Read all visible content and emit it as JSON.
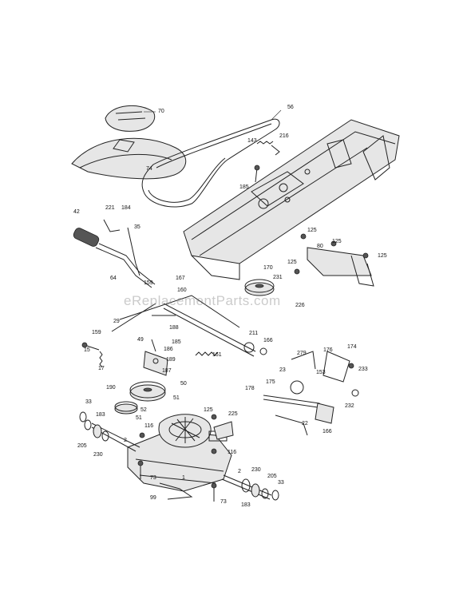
{
  "watermark": "eReplacementParts.com",
  "callouts": [
    {
      "id": "c70",
      "text": "70"
    },
    {
      "id": "c56",
      "text": "56"
    },
    {
      "id": "c143",
      "text": "143"
    },
    {
      "id": "c216",
      "text": "216"
    },
    {
      "id": "c74",
      "text": "74"
    },
    {
      "id": "c185a",
      "text": "185"
    },
    {
      "id": "c221",
      "text": "221"
    },
    {
      "id": "c184",
      "text": "184"
    },
    {
      "id": "c42",
      "text": "42"
    },
    {
      "id": "c35",
      "text": "35"
    },
    {
      "id": "c125a",
      "text": "125"
    },
    {
      "id": "c80",
      "text": "80"
    },
    {
      "id": "c125b",
      "text": "125"
    },
    {
      "id": "c125c",
      "text": "125"
    },
    {
      "id": "c125d",
      "text": "125"
    },
    {
      "id": "c64",
      "text": "64"
    },
    {
      "id": "c167",
      "text": "167"
    },
    {
      "id": "c159a",
      "text": "159"
    },
    {
      "id": "c160",
      "text": "160"
    },
    {
      "id": "c170",
      "text": "170"
    },
    {
      "id": "c231",
      "text": "231"
    },
    {
      "id": "c226",
      "text": "226"
    },
    {
      "id": "c29",
      "text": "29"
    },
    {
      "id": "c188",
      "text": "188"
    },
    {
      "id": "c159b",
      "text": "159"
    },
    {
      "id": "c15",
      "text": "15"
    },
    {
      "id": "c49",
      "text": "49"
    },
    {
      "id": "c185b",
      "text": "185"
    },
    {
      "id": "c186",
      "text": "186"
    },
    {
      "id": "c211",
      "text": "211"
    },
    {
      "id": "c166a",
      "text": "166"
    },
    {
      "id": "c17",
      "text": "17"
    },
    {
      "id": "c189",
      "text": "189"
    },
    {
      "id": "c161",
      "text": "161"
    },
    {
      "id": "c187",
      "text": "187"
    },
    {
      "id": "c279",
      "text": "279"
    },
    {
      "id": "c176",
      "text": "176"
    },
    {
      "id": "c174",
      "text": "174"
    },
    {
      "id": "c153",
      "text": "153"
    },
    {
      "id": "c23",
      "text": "23"
    },
    {
      "id": "c233",
      "text": "233"
    },
    {
      "id": "c175",
      "text": "175"
    },
    {
      "id": "c190",
      "text": "190"
    },
    {
      "id": "c50",
      "text": "50"
    },
    {
      "id": "c178",
      "text": "178"
    },
    {
      "id": "c51a",
      "text": "51"
    },
    {
      "id": "c33a",
      "text": "33"
    },
    {
      "id": "c52",
      "text": "52"
    },
    {
      "id": "c232",
      "text": "232"
    },
    {
      "id": "c183a",
      "text": "183"
    },
    {
      "id": "c51b",
      "text": "51"
    },
    {
      "id": "c125e",
      "text": "125"
    },
    {
      "id": "c225",
      "text": "225"
    },
    {
      "id": "c22",
      "text": "22"
    },
    {
      "id": "c205a",
      "text": "205"
    },
    {
      "id": "c166b",
      "text": "166"
    },
    {
      "id": "c230a",
      "text": "230"
    },
    {
      "id": "c116a",
      "text": "116"
    },
    {
      "id": "c116b",
      "text": "116"
    },
    {
      "id": "c2a",
      "text": "2"
    },
    {
      "id": "c73a",
      "text": "73"
    },
    {
      "id": "c1",
      "text": "1"
    },
    {
      "id": "c2b",
      "text": "2"
    },
    {
      "id": "c230b",
      "text": "230"
    },
    {
      "id": "c205b",
      "text": "205"
    },
    {
      "id": "c33b",
      "text": "33"
    },
    {
      "id": "c99",
      "text": "99"
    },
    {
      "id": "c73b",
      "text": "73"
    },
    {
      "id": "c183b",
      "text": "183"
    }
  ]
}
